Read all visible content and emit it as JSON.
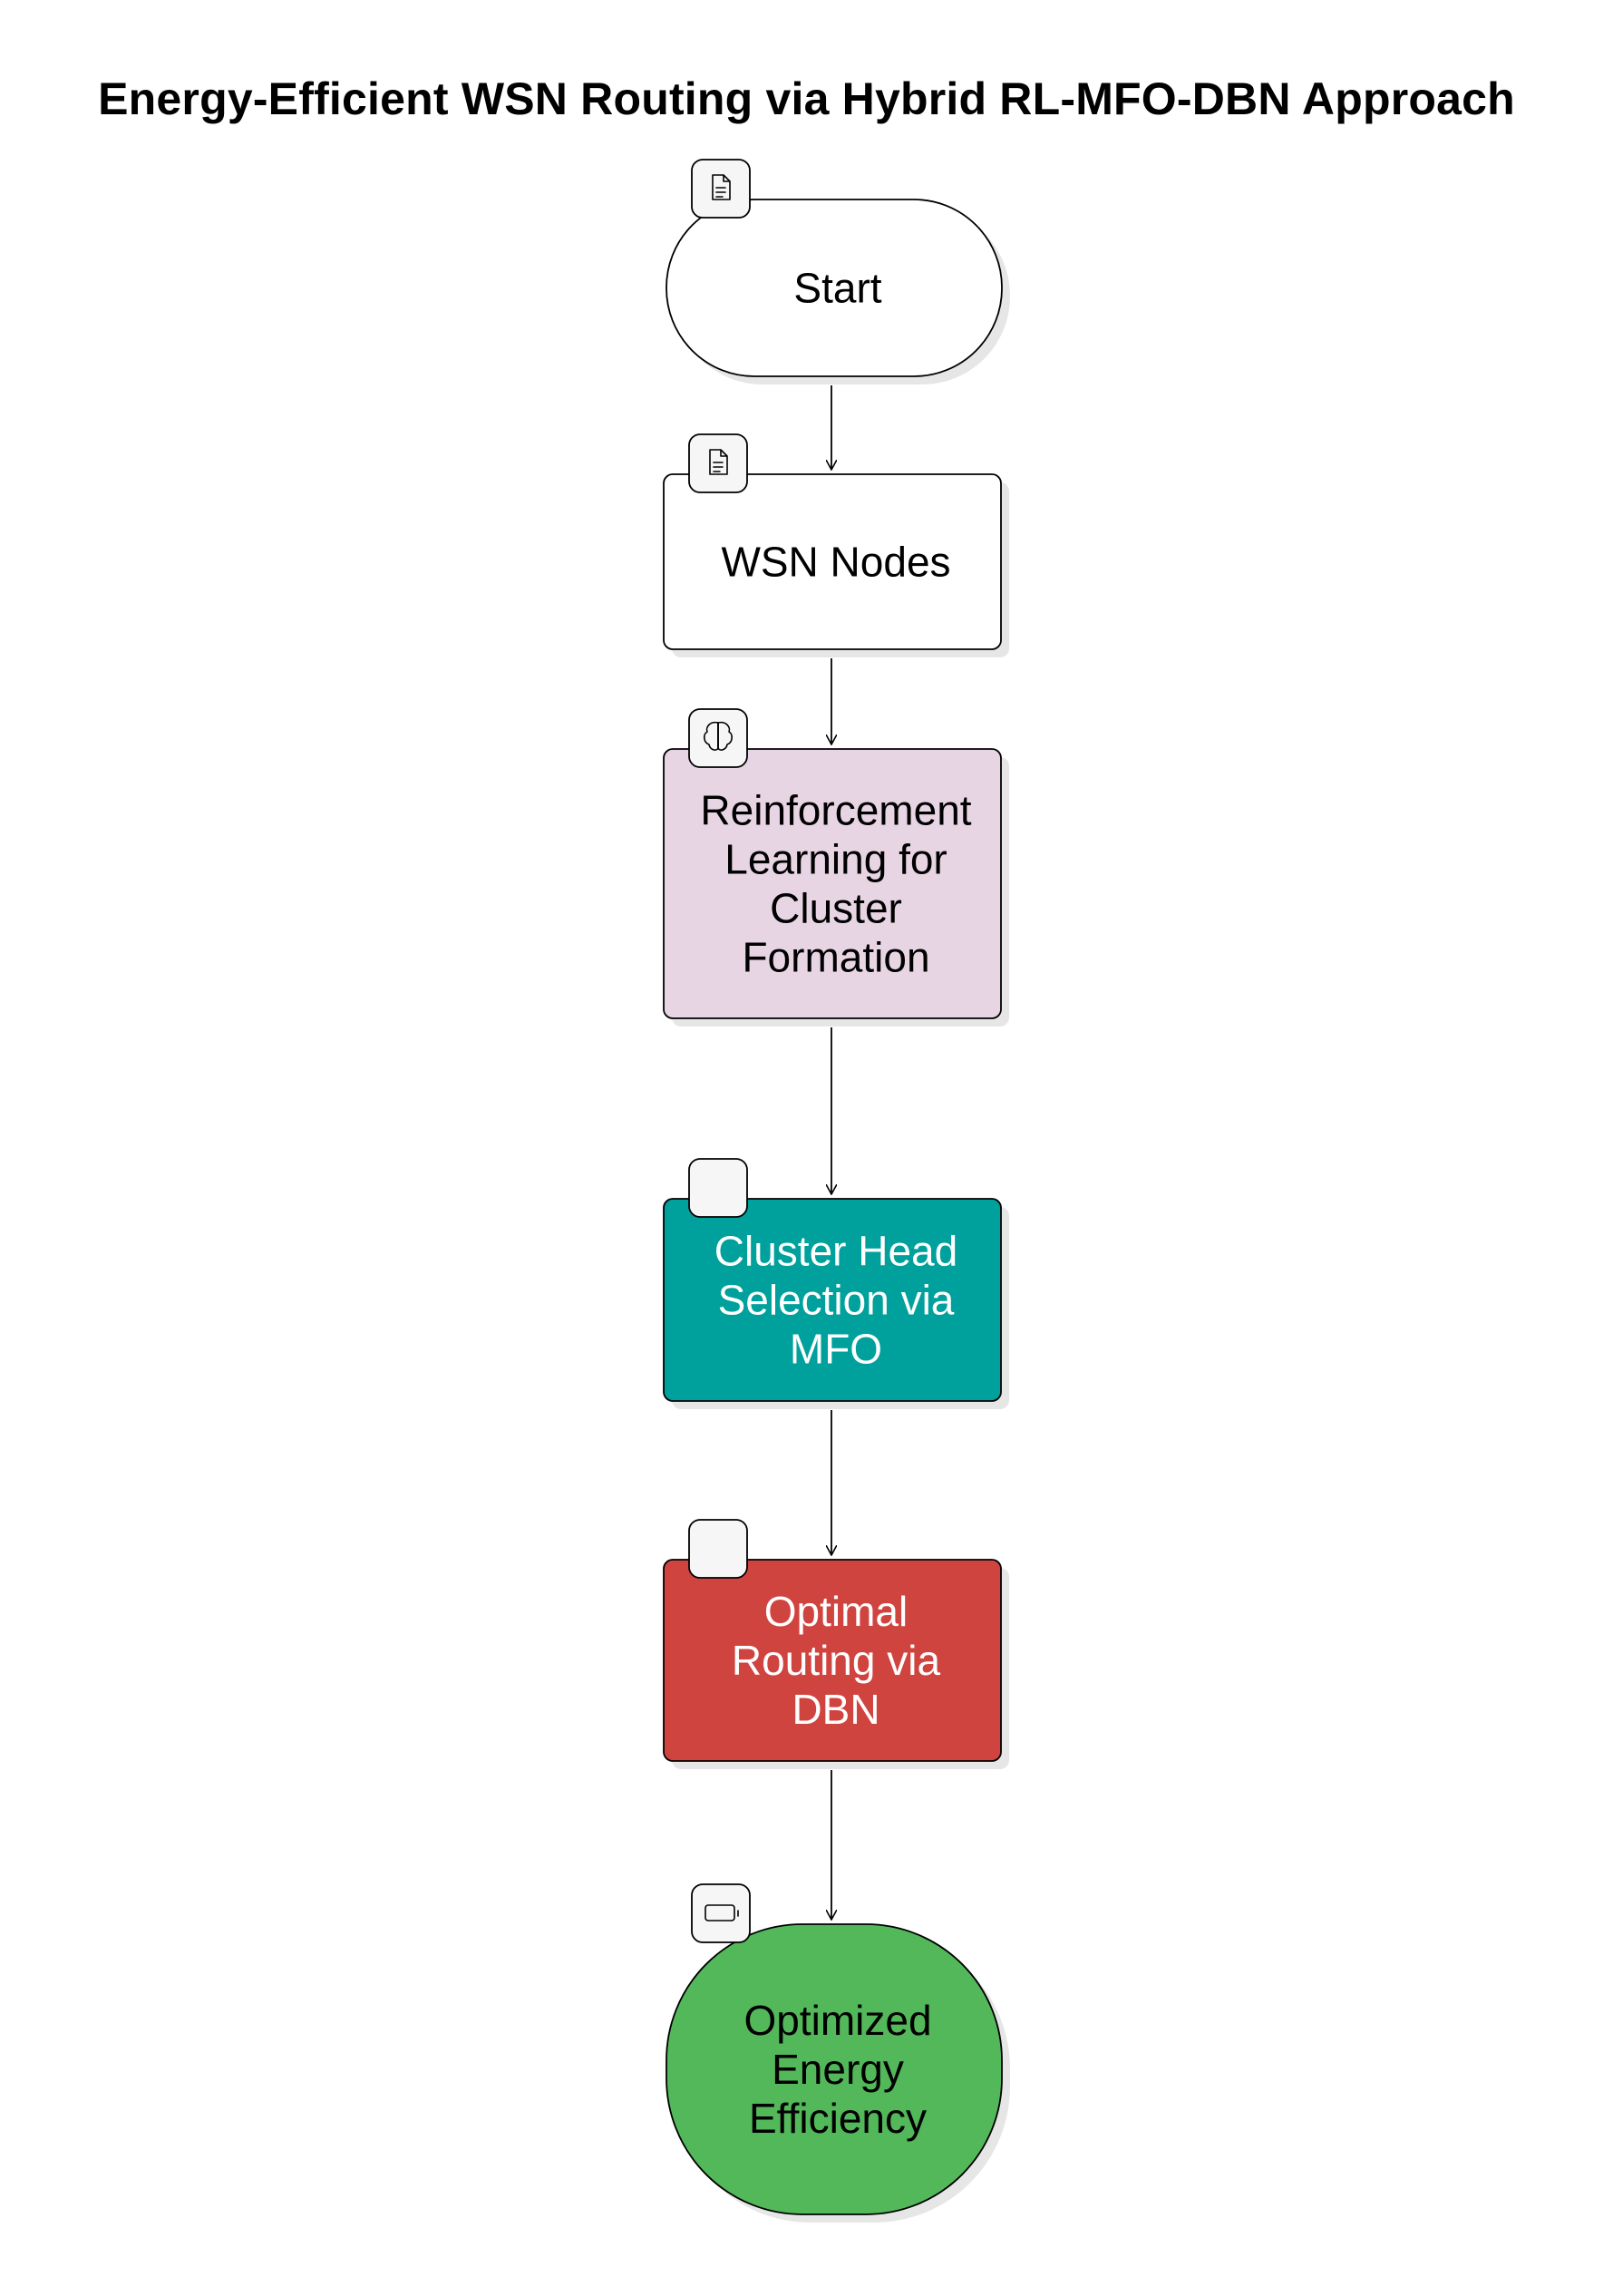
{
  "title": "Energy-Efficient WSN Routing via Hybrid RL-MFO-DBN Approach",
  "nodes": [
    {
      "id": "start",
      "lines": [
        "Start"
      ],
      "shape": "stadium",
      "fill": "#ffffff",
      "text_color": "#000000",
      "icon": "document-icon"
    },
    {
      "id": "wsn-nodes",
      "lines": [
        "WSN Nodes"
      ],
      "shape": "rect",
      "fill": "#ffffff",
      "text_color": "#000000",
      "icon": "document-icon"
    },
    {
      "id": "rl-cluster",
      "lines": [
        "Reinforcement",
        "Learning for",
        "Cluster",
        "Formation"
      ],
      "shape": "rect",
      "fill": "#e8d5e4",
      "text_color": "#000000",
      "icon": "brain-icon"
    },
    {
      "id": "ch-mfo",
      "lines": [
        "Cluster Head",
        "Selection via",
        "MFO"
      ],
      "shape": "rect",
      "fill": "#00a09d",
      "text_color": "#ffffff",
      "icon": "blank-icon"
    },
    {
      "id": "routing-dbn",
      "lines": [
        "Optimal",
        "Routing via",
        "DBN"
      ],
      "shape": "rect",
      "fill": "#d04440",
      "text_color": "#ffffff",
      "icon": "blank-icon"
    },
    {
      "id": "energy",
      "lines": [
        "Optimized",
        "Energy",
        "Efficiency"
      ],
      "shape": "circle",
      "fill": "#52b85a",
      "text_color": "#000000",
      "icon": "battery-icon"
    }
  ],
  "edges": [
    {
      "from": "start",
      "to": "wsn-nodes"
    },
    {
      "from": "wsn-nodes",
      "to": "rl-cluster"
    },
    {
      "from": "rl-cluster",
      "to": "ch-mfo"
    },
    {
      "from": "ch-mfo",
      "to": "routing-dbn"
    },
    {
      "from": "routing-dbn",
      "to": "energy"
    }
  ],
  "colors": {
    "stroke": "#000000",
    "shadow": "#e6e6e6",
    "badge_fill": "#f6f6f6"
  }
}
